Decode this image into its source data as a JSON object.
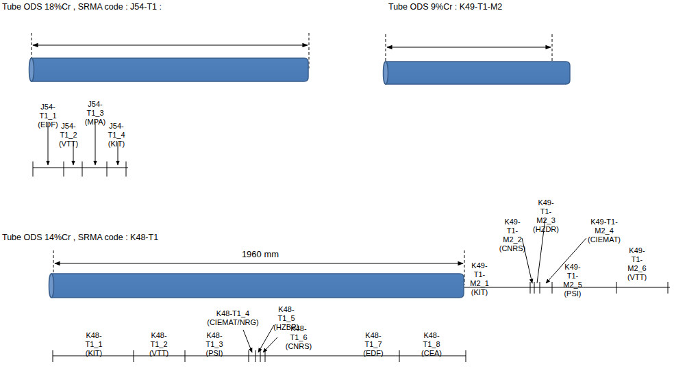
{
  "diagram": {
    "labels": [
      "Tube ODS 18%Cr , SRMA code : J54-T1 :",
      "J54-T1_1 (EDF)",
      "J54-T1_3 (MPA)",
      "J54-T1_2 (VTT)",
      "J54-T1_4 (KIT)",
      "Tube ODS 9%Cr : K49-T1-M2",
      "K49-T1-M2_3 (HZDR)",
      "K49-T1-M2_2 (CNRS)",
      "K49-T1-M2_4 (CIEMAT)",
      "K49-T1-M2_1 (KIT)",
      "K49-T1-M2_5 (PSI)",
      "K49-T1-M2_6 (VTT)",
      "Tube ODS 14%Cr , SRMA code : K48-T1",
      "1960 mm",
      "K48-T1_4 (CIEMAT/NRG)",
      "K48-T1_5 (HZBR)",
      "K48-T1_6 (CNRS)",
      "K48-T1_1 (KIT)",
      "K48-T1_2 (VTT)",
      "K48-T1_3 (PSI)",
      "K48-T1_7 (EDF)",
      "K48-T1_8 (CEA)"
    ]
  }
}
